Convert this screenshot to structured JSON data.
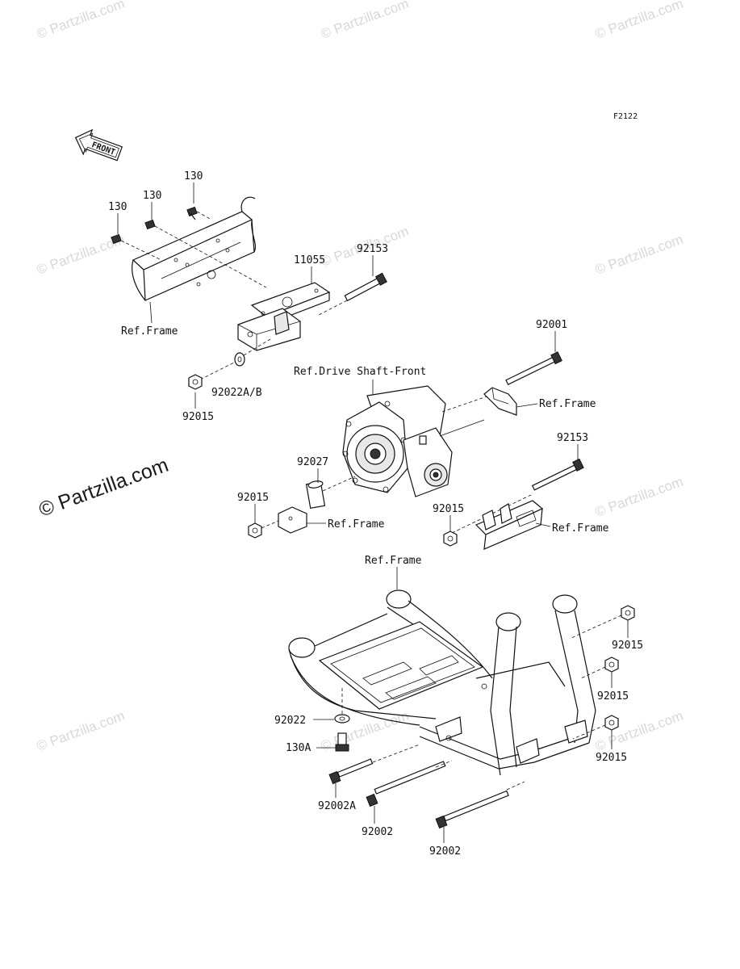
{
  "diagram": {
    "code": "F2122",
    "front_arrow": "FRONT",
    "watermark": "© Partzilla.com",
    "labels": {
      "bolt_130_a": "130",
      "bolt_130_b": "130",
      "bolt_130_c": "130",
      "bracket_11055": "11055",
      "bolt_92153_top": "92153",
      "ref_frame_top": "Ref.Frame",
      "nut_92015_top": "92015",
      "washer_92022ab": "92022A/B",
      "bolt_92001": "92001",
      "ref_drive_shaft": "Ref.Drive Shaft-Front",
      "ref_frame_right1": "Ref.Frame",
      "collar_92027": "92027",
      "nut_92015_left": "92015",
      "ref_frame_left": "Ref.Frame",
      "bolt_92153_mid": "92153",
      "nut_92015_mid": "92015",
      "ref_frame_right2": "Ref.Frame",
      "ref_frame_bottom": "Ref.Frame",
      "nut_92015_r1": "92015",
      "nut_92015_r2": "92015",
      "nut_92015_r3": "92015",
      "washer_92022": "92022",
      "bolt_130a": "130A",
      "bolt_92002a": "92002A",
      "bolt_92002_1": "92002",
      "bolt_92002_2": "92002"
    }
  }
}
